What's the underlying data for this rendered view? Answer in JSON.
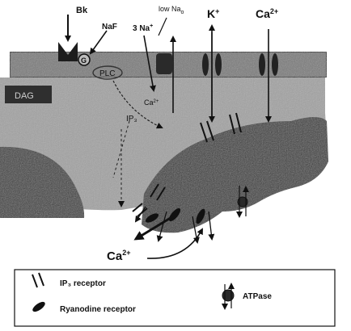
{
  "colors": {
    "background": "#ffffff",
    "membrane": "#7a7a7a",
    "membrane_edge": "#262626",
    "cytoplasm": "#a2a2a2",
    "organelle": "#3a3a3a",
    "nucleus": "#3d3d3d",
    "ink": "#111111"
  },
  "labels": {
    "bk": "Bk",
    "naf": "NaF",
    "g": "G",
    "plc": "PLC",
    "ip3_left": "IP₃",
    "three_na": "3 Na",
    "na_plus": "+",
    "low_na": "low Na",
    "low_na_sub": "o",
    "k": "K",
    "k_plus": "+",
    "ca_top": "Ca",
    "ca_top_sup": "2+",
    "ca_inner": "Ca",
    "ca_inner_sup": "2+",
    "ca_bottom": "Ca",
    "ca_bottom_sup": "2+",
    "dag_box": "DAG"
  },
  "legend": {
    "ip3_receptor": "IP₃ receptor",
    "ryanodine_receptor": "Ryanodine receptor",
    "atpase": "ATPase"
  },
  "icons": [
    "ip3-receptor-icon",
    "ryanodine-receptor-icon",
    "atpase-icon",
    "bk-receptor-icon",
    "g-protein-icon",
    "pump-icon"
  ]
}
